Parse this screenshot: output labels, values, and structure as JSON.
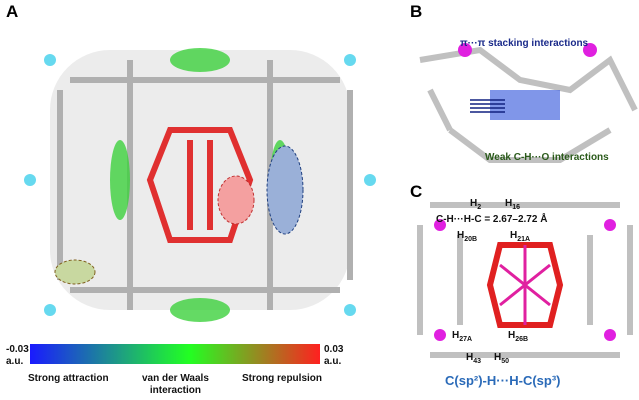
{
  "panels": {
    "a": "A",
    "b": "B",
    "c": "C"
  },
  "colorbar": {
    "min": "-0.03",
    "max": "0.03",
    "unit": "a.u.",
    "left_label": "Strong attraction",
    "mid_label_1": "van der Waals",
    "mid_label_2": "interaction",
    "right_label": "Strong repulsion",
    "colors": [
      "#1a1aff",
      "#22ff22",
      "#ff2020"
    ]
  },
  "panel_b": {
    "pi_label": "π···π stacking interactions",
    "ch_label": "Weak C-H···O interactions"
  },
  "panel_c": {
    "h2": "H",
    "h2s": "2",
    "h16": "H",
    "h16s": "16",
    "eq": "C-H···H-C = 2.67–2.72 Å",
    "h20": "H",
    "h20s": "20B",
    "h21": "H",
    "h21s": "21A",
    "h27": "H",
    "h27s": "27A",
    "h26": "H",
    "h26s": "26B",
    "h43": "H",
    "h43s": "43",
    "h50": "H",
    "h50s": "50",
    "caption": "C(sp²)-H···H-C(sp³)"
  }
}
